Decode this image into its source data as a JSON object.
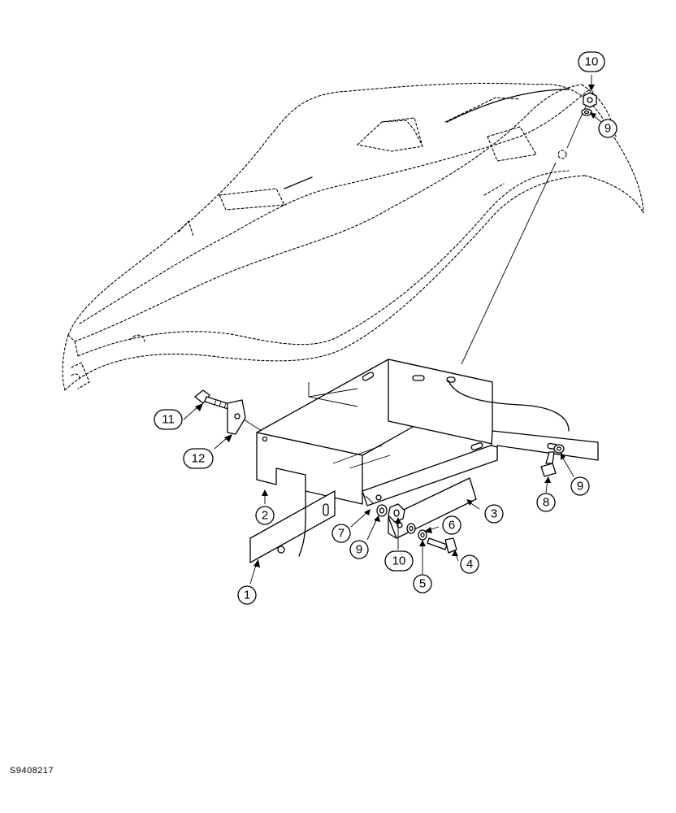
{
  "figure_id": "S9408217",
  "callouts": [
    {
      "id": "c1",
      "label": "1"
    },
    {
      "id": "c2",
      "label": "2"
    },
    {
      "id": "c3",
      "label": "3"
    },
    {
      "id": "c4",
      "label": "4"
    },
    {
      "id": "c5",
      "label": "5"
    },
    {
      "id": "c6",
      "label": "6"
    },
    {
      "id": "c7",
      "label": "7"
    },
    {
      "id": "c8",
      "label": "8"
    },
    {
      "id": "c9a",
      "label": "9"
    },
    {
      "id": "c9b",
      "label": "9"
    },
    {
      "id": "c9c",
      "label": "9"
    },
    {
      "id": "c10a",
      "label": "10"
    },
    {
      "id": "c10b",
      "label": "10"
    },
    {
      "id": "c11",
      "label": "11"
    },
    {
      "id": "c12",
      "label": "12"
    }
  ]
}
